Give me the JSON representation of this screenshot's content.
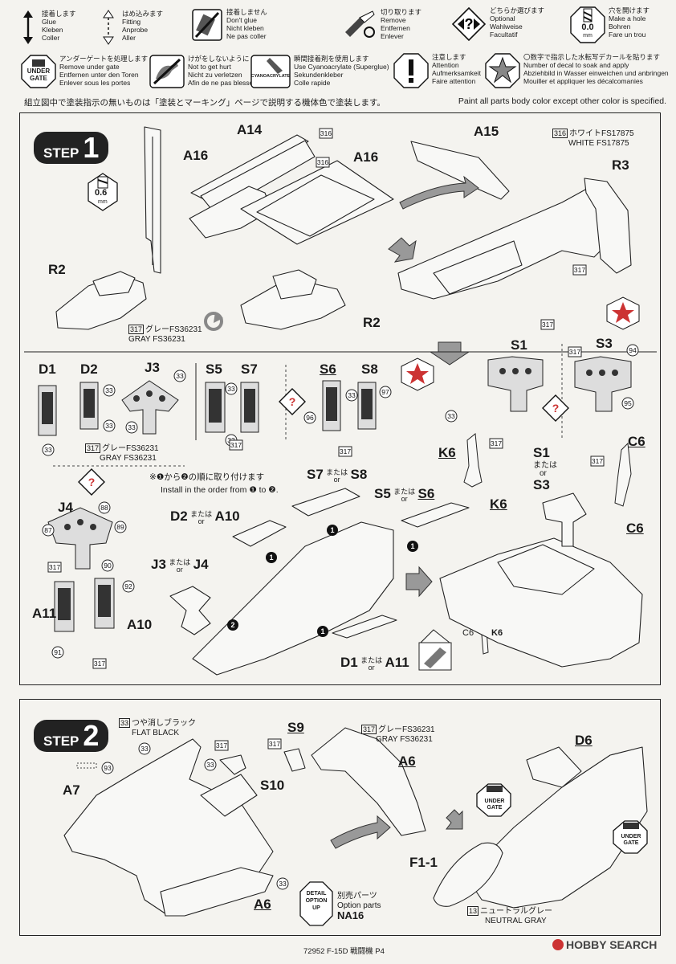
{
  "legend": {
    "glue": "接着します\nGlue\nKleben\nColler",
    "fitting": "はめ込みます\nFitting\nAnprobe\nAller",
    "no_glue": "接着しません\nDon't glue\nNicht kleben\nNe pas coller",
    "remove": "切り取ります\nRemove\nEntfernen\nEnlever",
    "optional": "どちらか選びます\nOptional\nWahlweise\nFacultatif",
    "hole": "穴を開けます\nMake a hole\nBohren\nFare un trou",
    "hole_size": "0.0",
    "hole_unit": "mm",
    "under_gate": "アンダーゲートを処理します\nRemove under gate\nEntfernen unter den Toren\nEnlever sous les portes",
    "under_gate_badge": "UNDER\nGATE",
    "hurt": "けがをしないように\nNot to get hurt\nNicht zu verletzen\nAfin de ne pas blesser",
    "cyano": "瞬間接着剤を使用します\nUse Cyanoacrylate (Superglue)\nSekundenkleber\nColle rapide",
    "cyano_badge": "CYANOACRYLATE",
    "attention": "注意します\nAttention\nAufmerksamkeit\nFaire attention",
    "decal": "〇数字で指示した水転写デカールを貼ります\nNumber of decal to soak and apply\nAbziehbild in Wasser einweichen und anbringen\nMouiller et appliquer les décalcomanies"
  },
  "note_jp": "組立図中で塗装指示の無いものは「塗装とマーキング」ページで説明する機体色で塗装します。",
  "note_en": "Paint all parts body color except other color is specified.",
  "step1": {
    "word": "STEP",
    "num": "1",
    "labels": {
      "a14": "A14",
      "a16_top": "A16",
      "a16_left": "A16",
      "a15": "A15",
      "r3": "R3",
      "r2_left": "R2",
      "r2_mid": "R2",
      "d1": "D1",
      "d2": "D2",
      "j3": "J3",
      "s5": "S5",
      "s7": "S7",
      "s6": "S6",
      "s8": "S8",
      "s1": "S1",
      "s3": "S3",
      "k6_left": "K6",
      "c6_right": "C6",
      "j4": "J4",
      "a11": "A11",
      "a10": "A10",
      "s1_mid": "S1",
      "s3_mid": "S3",
      "k6_mid": "K6",
      "c6_mid": "C6",
      "c6_small": "C6",
      "k6_small": "K6"
    },
    "hole_size": "0.6",
    "hole_unit": "mm",
    "white_code": "316",
    "white_jp": "ホワイトFS17875",
    "white_en": "WHITE FS17875",
    "gray_code": "317",
    "gray_jp": "グレーFS36231",
    "gray_en": "GRAY FS36231",
    "gray2_jp": "グレーFS36231",
    "gray2_en": "GRAY FS36231",
    "order_jp": "※❶から❷の順に取り付けます",
    "order_en": "Install in the order from ❶ to ❷.",
    "or_jp": "または",
    "or_en": "or",
    "opt_pairs": [
      {
        "a": "S7",
        "b": "S8"
      },
      {
        "a": "S5",
        "b": "S6"
      },
      {
        "a": "D2",
        "b": "A10"
      },
      {
        "a": "J3",
        "b": "J4"
      },
      {
        "a": "D1",
        "b": "A11"
      }
    ],
    "decals": [
      "33",
      "33",
      "33",
      "33",
      "33",
      "33",
      "33",
      "33",
      "97",
      "96",
      "94",
      "95",
      "33",
      "88",
      "87",
      "89",
      "90",
      "92",
      "91"
    ],
    "codes": [
      "316",
      "316",
      "317",
      "317",
      "317",
      "317",
      "317",
      "317",
      "317",
      "317",
      "317"
    ]
  },
  "step2": {
    "word": "STEP",
    "num": "2",
    "labels": {
      "s9": "S9",
      "a6_right": "A6",
      "a7": "A7",
      "s10": "S10",
      "a6_bottom": "A6",
      "d6": "D6",
      "f11": "F1-1"
    },
    "flat_code": "33",
    "flat_jp": "つや消しブラック",
    "flat_en": "FLAT BLACK",
    "gray_code": "317",
    "gray_jp": "グレーFS36231",
    "gray_en": "GRAY FS36231",
    "neutral_code": "13",
    "neutral_jp": "ニュートラルグレー",
    "neutral_en": "NEUTRAL GRAY",
    "detail_badge": "DETAIL\nOPTION\nUP",
    "option_jp": "別売パーツ",
    "option_en": "Option parts",
    "option_part": "NA16",
    "decals": [
      "33",
      "93",
      "33",
      "33",
      "33"
    ],
    "codes": [
      "317",
      "317"
    ]
  },
  "footer": "72952 F-15D 戦闘機 P4",
  "watermark": "HOBBY SEARCH"
}
